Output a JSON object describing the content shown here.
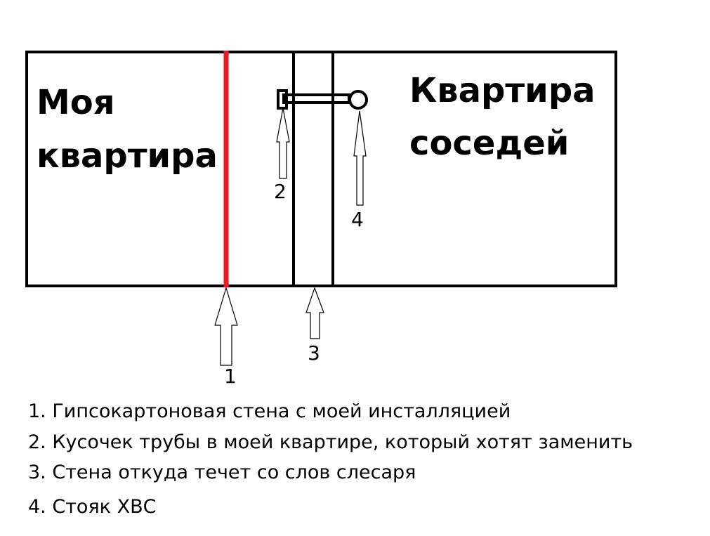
{
  "labels": {
    "my_apartment": [
      "Моя",
      "квартира"
    ],
    "neighbors_apartment": [
      "Квартира",
      "соседей"
    ]
  },
  "markers": [
    "1",
    "2",
    "3",
    "4"
  ],
  "legend": [
    "1. Гипсокартоновая стена с моей инсталляцией",
    "2. Кусочек трубы в моей квартире, который хотят заменить",
    "3. Стена откуда течет со слов слесаря",
    "4. Стояк ХВС"
  ],
  "colors": {
    "drywall": "#ed1c24",
    "lines": "#000000"
  }
}
